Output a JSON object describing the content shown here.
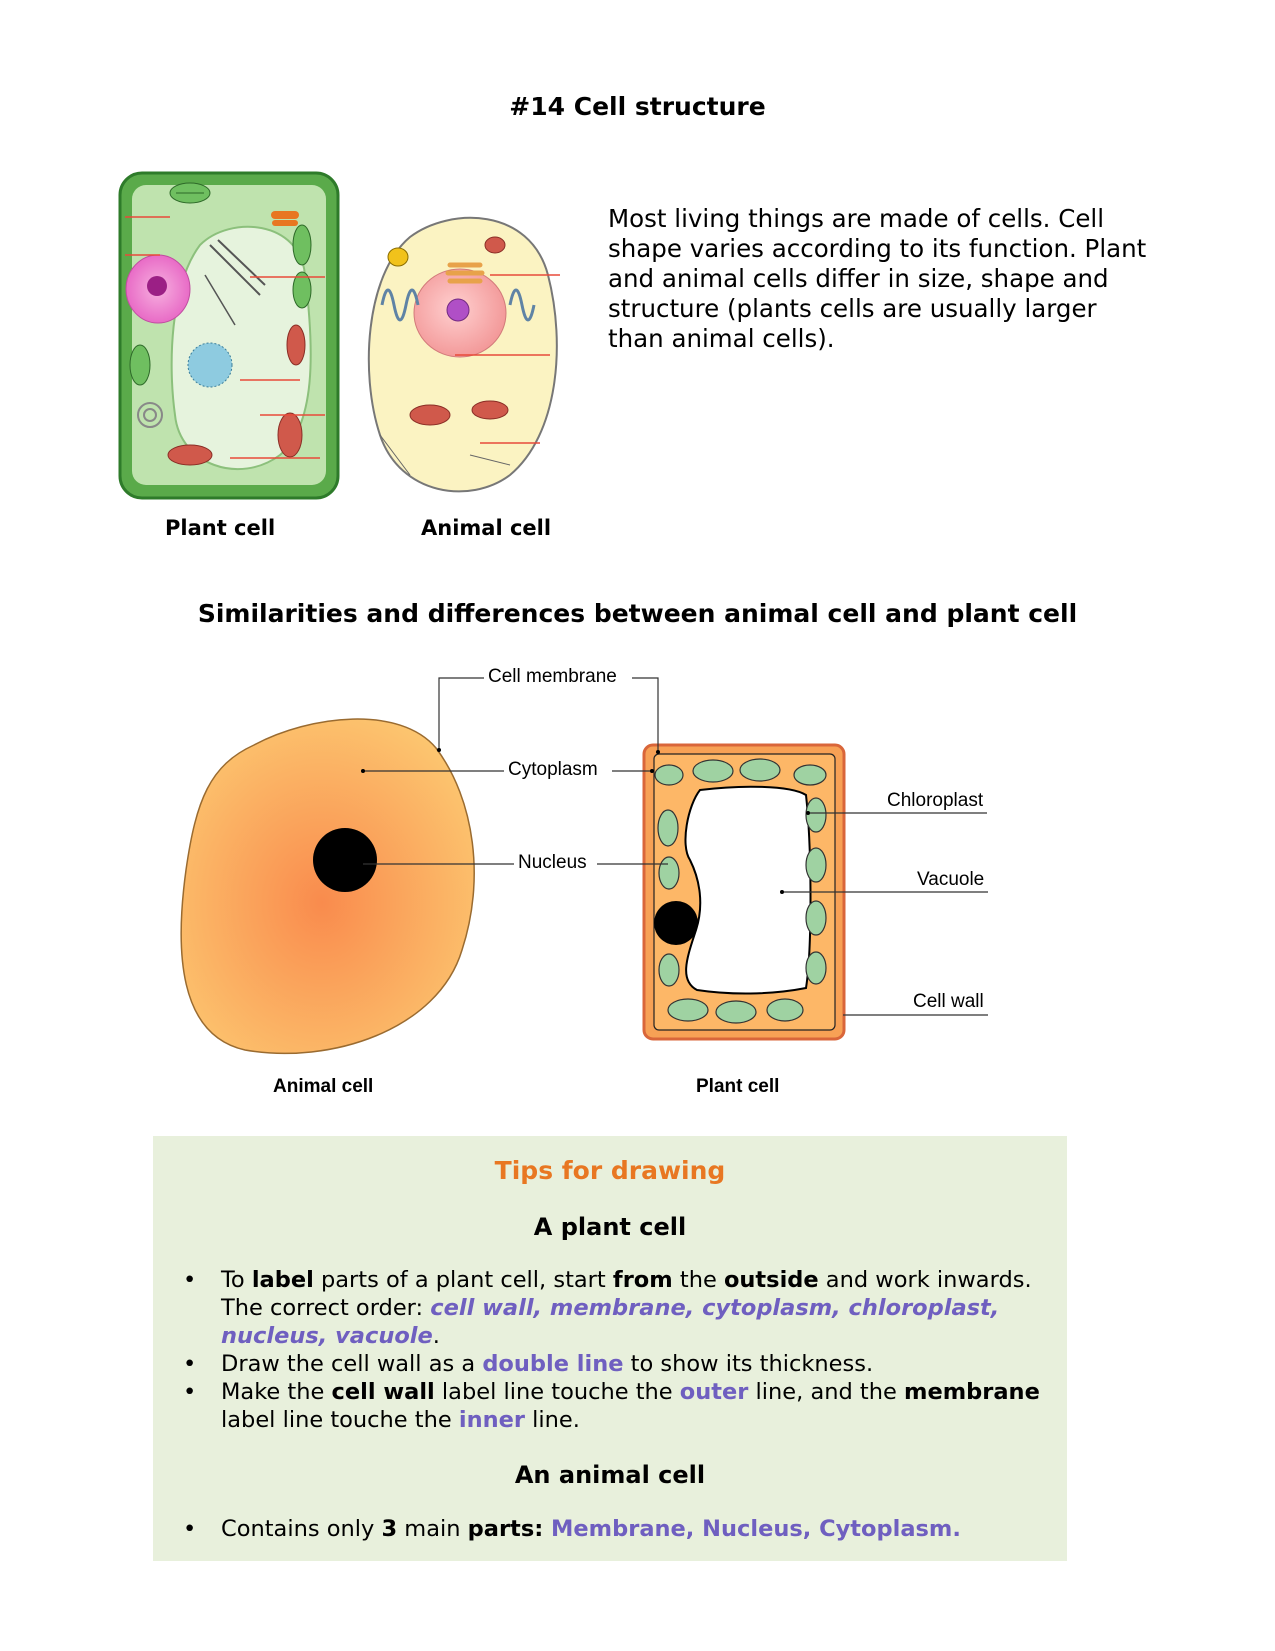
{
  "title": "#14 Cell structure",
  "intro": "Most living things are made of cells. Cell shape varies according to its function. Plant and animal cells differ in size, shape and structure (plants cells are usually larger than animal cells).",
  "figure1": {
    "plant_caption": "Plant cell",
    "animal_caption": "Animal cell"
  },
  "section_heading": "Similarities and differences between animal cell and plant cell",
  "figure2": {
    "labels": {
      "cell_membrane": "Cell membrane",
      "cytoplasm": "Cytoplasm",
      "nucleus": "Nucleus",
      "chloroplast": "Chloroplast",
      "vacuole": "Vacuole",
      "cell_wall": "Cell wall"
    },
    "animal_caption": "Animal cell",
    "plant_caption": "Plant cell"
  },
  "tips": {
    "title": "Tips for drawing",
    "plant_heading": "A plant cell",
    "plant_items": [
      {
        "segments": [
          {
            "text": "To ",
            "style": "n"
          },
          {
            "text": "label",
            "style": "b"
          },
          {
            "text": " parts of a plant cell, start ",
            "style": "n"
          },
          {
            "text": "from",
            "style": "b"
          },
          {
            "text": " the ",
            "style": "n"
          },
          {
            "text": "outside",
            "style": "b"
          },
          {
            "text": " and work inwards. The correct order: ",
            "style": "n"
          },
          {
            "text": "cell wall, membrane, cytoplasm, chloroplast, nucleus, vacuole",
            "style": "pi"
          },
          {
            "text": ".",
            "style": "n"
          }
        ]
      },
      {
        "segments": [
          {
            "text": "Draw the cell wall as a ",
            "style": "n"
          },
          {
            "text": "double line",
            "style": "p"
          },
          {
            "text": " to show its thickness.",
            "style": "n"
          }
        ]
      },
      {
        "segments": [
          {
            "text": "Make the ",
            "style": "n"
          },
          {
            "text": "cell wall",
            "style": "b"
          },
          {
            "text": " label line touche the ",
            "style": "n"
          },
          {
            "text": "outer",
            "style": "p"
          },
          {
            "text": " line, and the ",
            "style": "n"
          },
          {
            "text": "membrane",
            "style": "b"
          },
          {
            "text": " label line touche the ",
            "style": "n"
          },
          {
            "text": "inner",
            "style": "p"
          },
          {
            "text": " line.",
            "style": "n"
          }
        ]
      }
    ],
    "animal_heading": "An animal cell",
    "animal_items": [
      {
        "segments": [
          {
            "text": "Contains only ",
            "style": "n"
          },
          {
            "text": "3",
            "style": "b"
          },
          {
            "text": " main ",
            "style": "n"
          },
          {
            "text": "parts:",
            "style": "b"
          },
          {
            "text": " Membrane, Nucleus, Cytoplasm.",
            "style": "p"
          }
        ]
      }
    ]
  },
  "colors": {
    "tips_background": "#e8f0dc",
    "tips_title": "#e87722",
    "highlight": "#6f5fc0",
    "plant_green": "#5aaa4a",
    "animal_cytoplasm": "#f7a155",
    "chloroplast": "#9fd2a2"
  }
}
